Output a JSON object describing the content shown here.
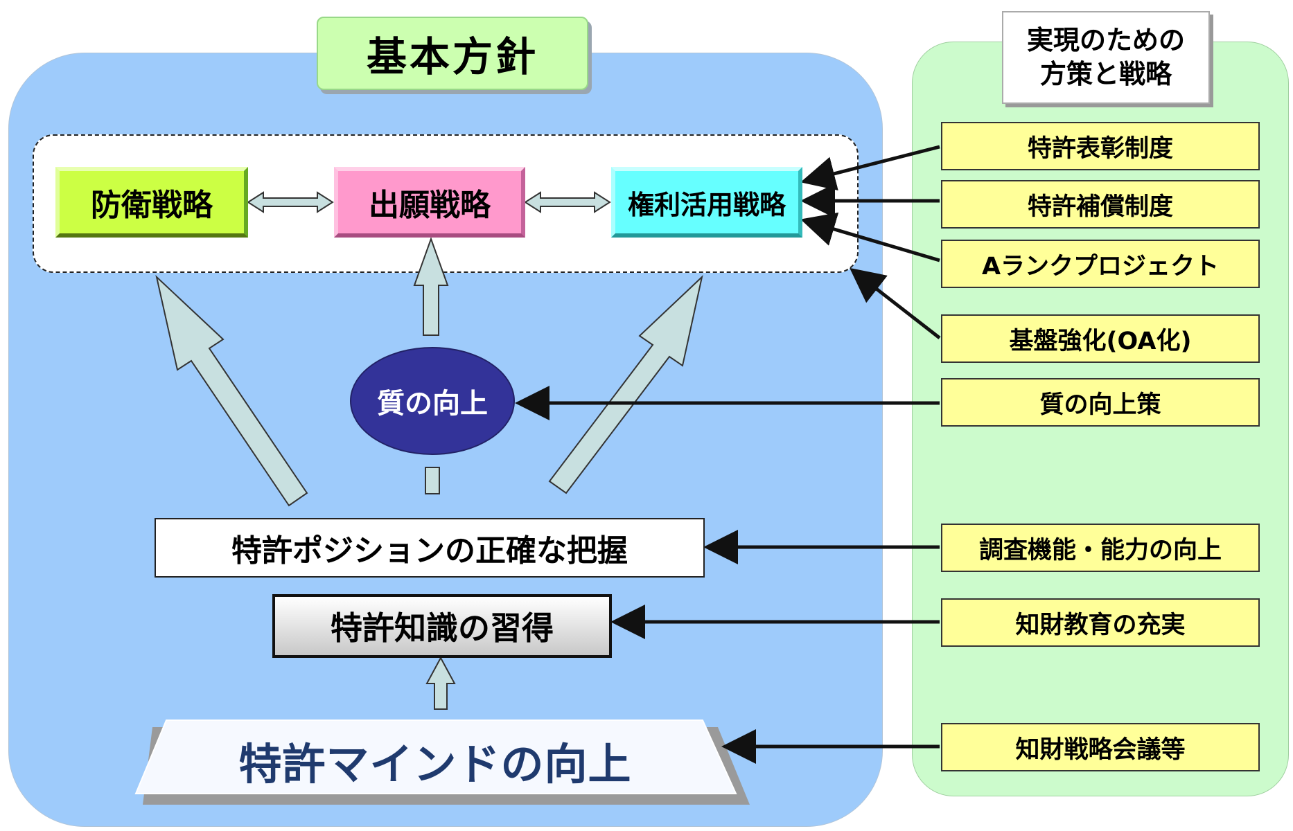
{
  "header": {
    "title": "基本方針",
    "right_title_line1": "実現のための",
    "right_title_line2": "方策と戦略"
  },
  "strategies": {
    "defense": "防衛戦略",
    "application": "出願戦略",
    "utilization": "権利活用戦略"
  },
  "center": {
    "quality": "質の向上",
    "position": "特許ポジションの正確な把握",
    "knowledge": "特許知識の習得",
    "mind": "特許マインドの向上"
  },
  "measures": [
    "特許表彰制度",
    "特許補償制度",
    "Aランクプロジェクト",
    "基盤強化(OA化)",
    "質の向上策",
    "調査機能・能力の向上",
    "知財教育の充実",
    "知財戦略会議等"
  ],
  "colors": {
    "left_panel": "#9ecbfb",
    "right_panel": "#ccfbcc",
    "title_box": "#ccffb0",
    "defense": "#ccff44",
    "application": "#ff99cc",
    "utilization": "#66ffff",
    "quality": "#333399",
    "measure_box": "#ffff99",
    "mind_text": "#1f3a6e",
    "hollow_arrow": "#c8e0e0"
  }
}
